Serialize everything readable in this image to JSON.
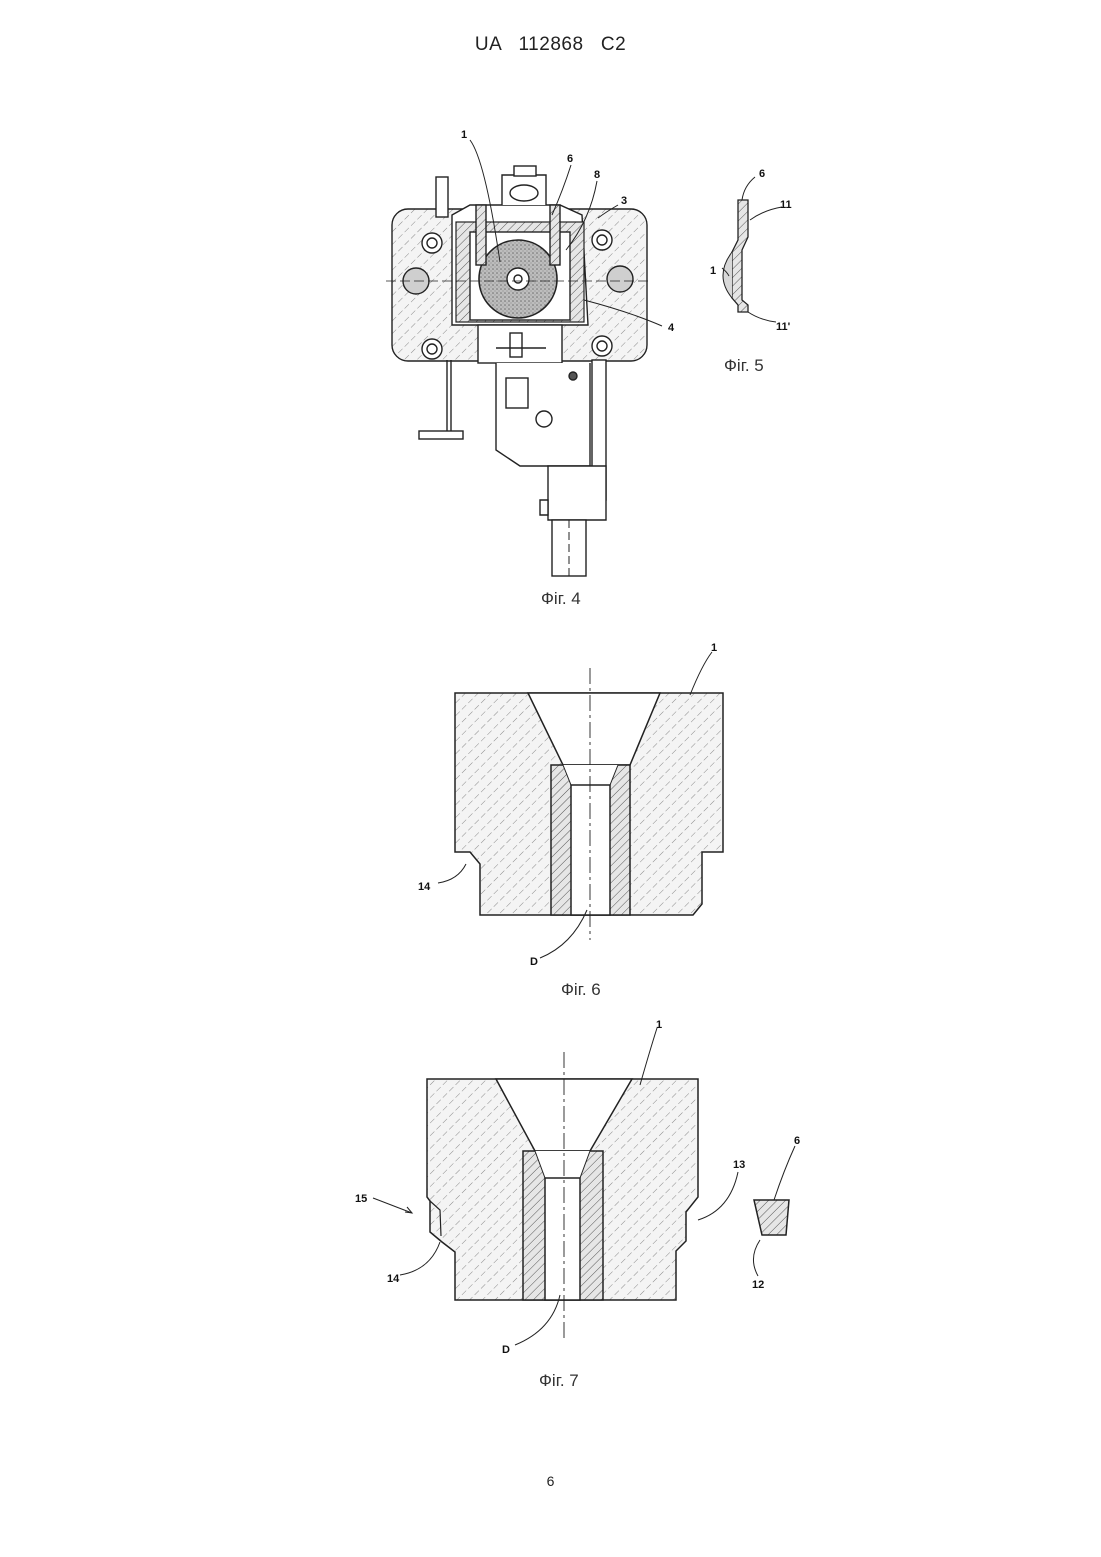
{
  "header": {
    "text": "UA   112868   C2"
  },
  "page_number": "6",
  "figures": {
    "fig4": {
      "caption": "Фіг. 4",
      "labels": {
        "l1": "1",
        "l6": "6",
        "l8": "8",
        "l3": "3",
        "l4": "4"
      }
    },
    "fig5": {
      "caption": "Фіг. 5",
      "labels": {
        "l6": "6",
        "l11": "11",
        "l1": "1",
        "l11p": "11'"
      }
    },
    "fig6": {
      "caption": "Фіг. 6",
      "labels": {
        "l1": "1",
        "l14": "14",
        "lD": "D"
      }
    },
    "fig7": {
      "caption": "Фіг. 7",
      "labels": {
        "l1": "1",
        "l15": "15",
        "l14": "14",
        "l13": "13",
        "l6": "6",
        "l12": "12",
        "lD": "D"
      }
    }
  }
}
